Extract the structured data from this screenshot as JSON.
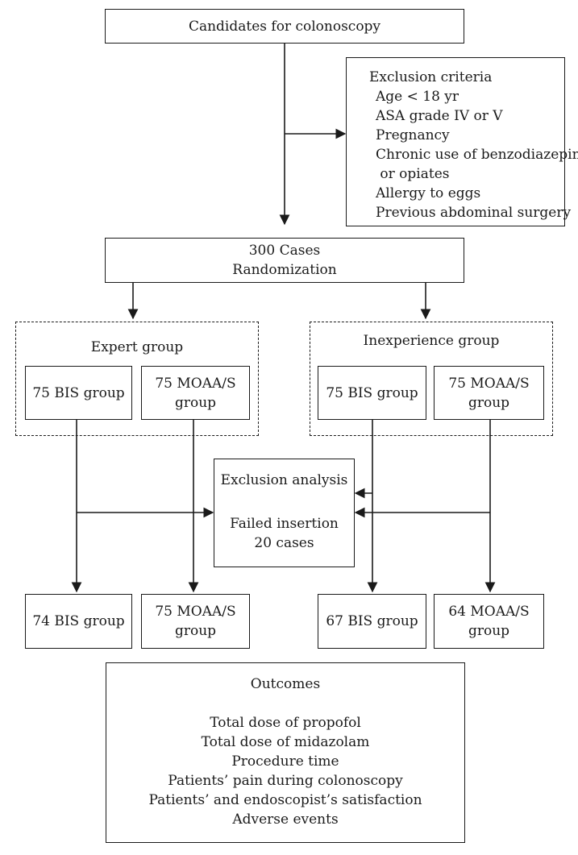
{
  "candidates": "Candidates for colonoscopy",
  "exclusion_criteria": {
    "title": "Exclusion criteria",
    "items": [
      "Age < 18 yr",
      "ASA grade IV or V",
      "Pregnancy",
      "Chronic use of benzodiazepine",
      " or opiates",
      "Allergy to eggs",
      "Previous abdominal surgery"
    ]
  },
  "randomization": {
    "line1": "300 Cases",
    "line2": "Randomization"
  },
  "expert_group": {
    "label": "Expert group",
    "bis": "75 BIS group",
    "moaas_line1": "75 MOAA/S",
    "moaas_line2": "group"
  },
  "inexperience_group": {
    "label": "Inexperience group",
    "bis": "75 BIS group",
    "moaas_line1": "75 MOAA/S",
    "moaas_line2": "group"
  },
  "exclusion_analysis": {
    "title": "Exclusion analysis",
    "line1": "Failed insertion",
    "line2": "20 cases"
  },
  "final_groups": {
    "expert_bis": "74 BIS group",
    "expert_moaas_line1": "75 MOAA/S",
    "expert_moaas_line2": "group",
    "inexp_bis": "67 BIS group",
    "inexp_moaas_line1": "64 MOAA/S",
    "inexp_moaas_line2": "group"
  },
  "outcomes": {
    "title": "Outcomes",
    "items": [
      "Total dose of propofol",
      "Total dose of midazolam",
      "Procedure time",
      "Patients’ pain during colonoscopy",
      "Patients’ and endoscopist’s satisfaction",
      "Adverse events"
    ]
  }
}
